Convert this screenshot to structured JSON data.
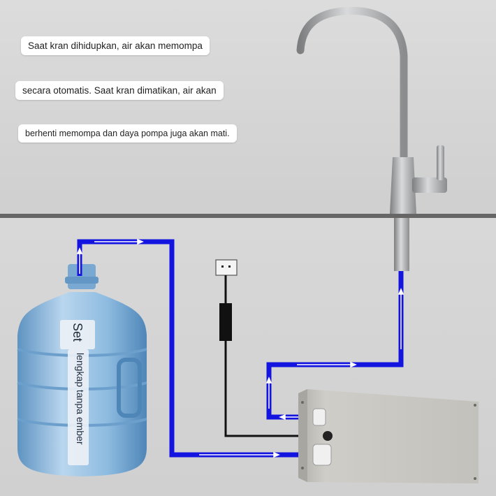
{
  "captions": {
    "line1": "Saat kran dihidupkan, air akan memompa",
    "line2": "secara otomatis. Saat kran dimatikan, air akan",
    "line3": "berhenti memompa dan daya pompa juga akan mati."
  },
  "bottle_label": {
    "title": "Set",
    "subtitle": "lengkap tanpa ember"
  },
  "colors": {
    "wall": "#d7d7d7",
    "floor": "#d3d3d3",
    "shelf_line": "#666666",
    "hose": "#1414e0",
    "faucet": "#a9abad",
    "pump_box": "#c8c6c0",
    "bottle": "#8db7d8",
    "cable": "#111111"
  },
  "icons": [
    "faucet-icon",
    "water-bottle-icon",
    "pump-box-icon",
    "power-plug-icon",
    "flow-arrow-icon"
  ]
}
